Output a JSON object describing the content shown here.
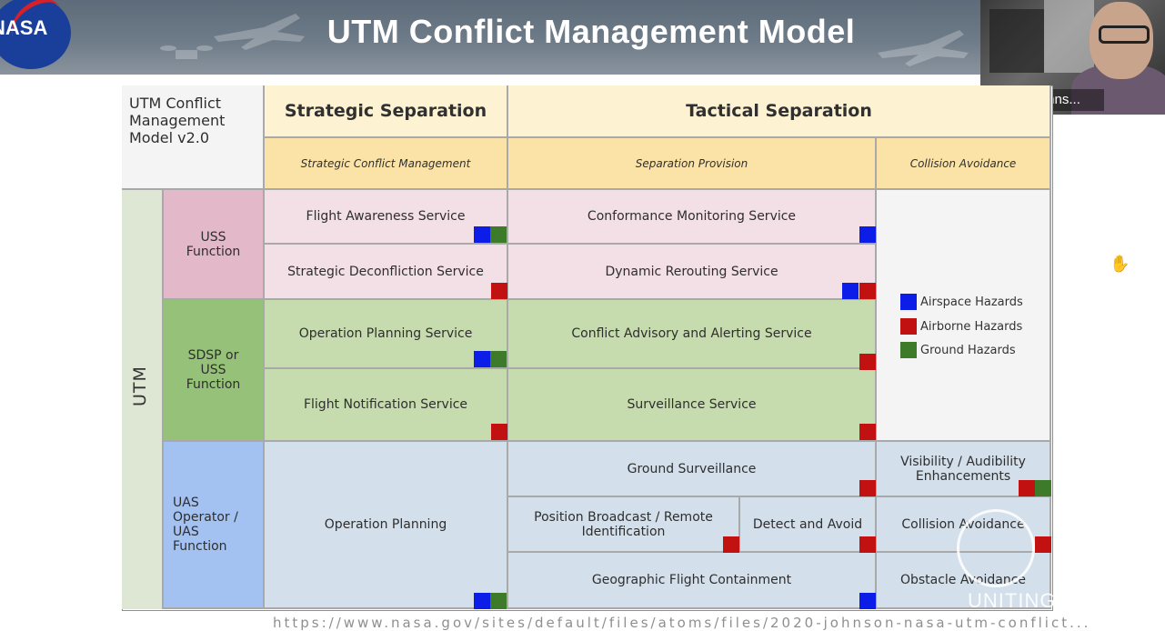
{
  "slide": {
    "title": "UTM Conflict Management Model",
    "logo_text": "NASA",
    "footer_url": "https://www.nasa.gov/sites/default/files/atoms/files/2020-johnson-nasa-utm-conflict...",
    "watermark": "UNITING"
  },
  "video": {
    "participant_name": "Marcus Johns..."
  },
  "table": {
    "corner_label": "UTM Conflict Management Model v2.0",
    "headers": {
      "strategic": "Strategic Separation",
      "tactical": "Tactical Separation",
      "strategic_sub": "Strategic Conflict Management",
      "separation_provision": "Separation Provision",
      "collision_avoidance": "Collision Avoidance"
    },
    "side_label": "UTM",
    "groups": {
      "uss": "USS Function",
      "sdsp": "SDSP or USS Function",
      "uas": "UAS Operator / UAS Function"
    },
    "cells": {
      "flight_awareness": "Flight Awareness Service",
      "conformance_monitoring": "Conformance Monitoring Service",
      "strategic_deconfliction": "Strategic Deconfliction Service",
      "dynamic_rerouting": "Dynamic Rerouting Service",
      "operation_planning_service": "Operation Planning Service",
      "conflict_advisory": "Conflict Advisory and Alerting Service",
      "flight_notification": "Flight Notification Service",
      "surveillance": "Surveillance Service",
      "operation_planning": "Operation Planning",
      "ground_surveillance": "Ground Surveillance",
      "visibility": "Visibility / Audibility Enhancements",
      "position_broadcast": "Position Broadcast / Remote Identification",
      "detect_avoid": "Detect and Avoid",
      "collision_avoidance": "Collision Avoidance",
      "geographic_containment": "Geographic Flight Containment",
      "obstacle_avoidance": "Obstacle Avoidance"
    },
    "legend": {
      "airspace": "Airspace Hazards",
      "airborne": "Airborne Hazards",
      "ground": "Ground Hazards"
    }
  },
  "colors": {
    "airspace": "#0b1de6",
    "airborne": "#c11111",
    "ground": "#3d7a2a",
    "uss": "#f3dfe6",
    "sdsp": "#c6dcae",
    "uas": "#d3dfea",
    "header_gold": "#fbe3a8"
  },
  "icons": [
    "nasa-logo",
    "hand-cursor-icon"
  ]
}
